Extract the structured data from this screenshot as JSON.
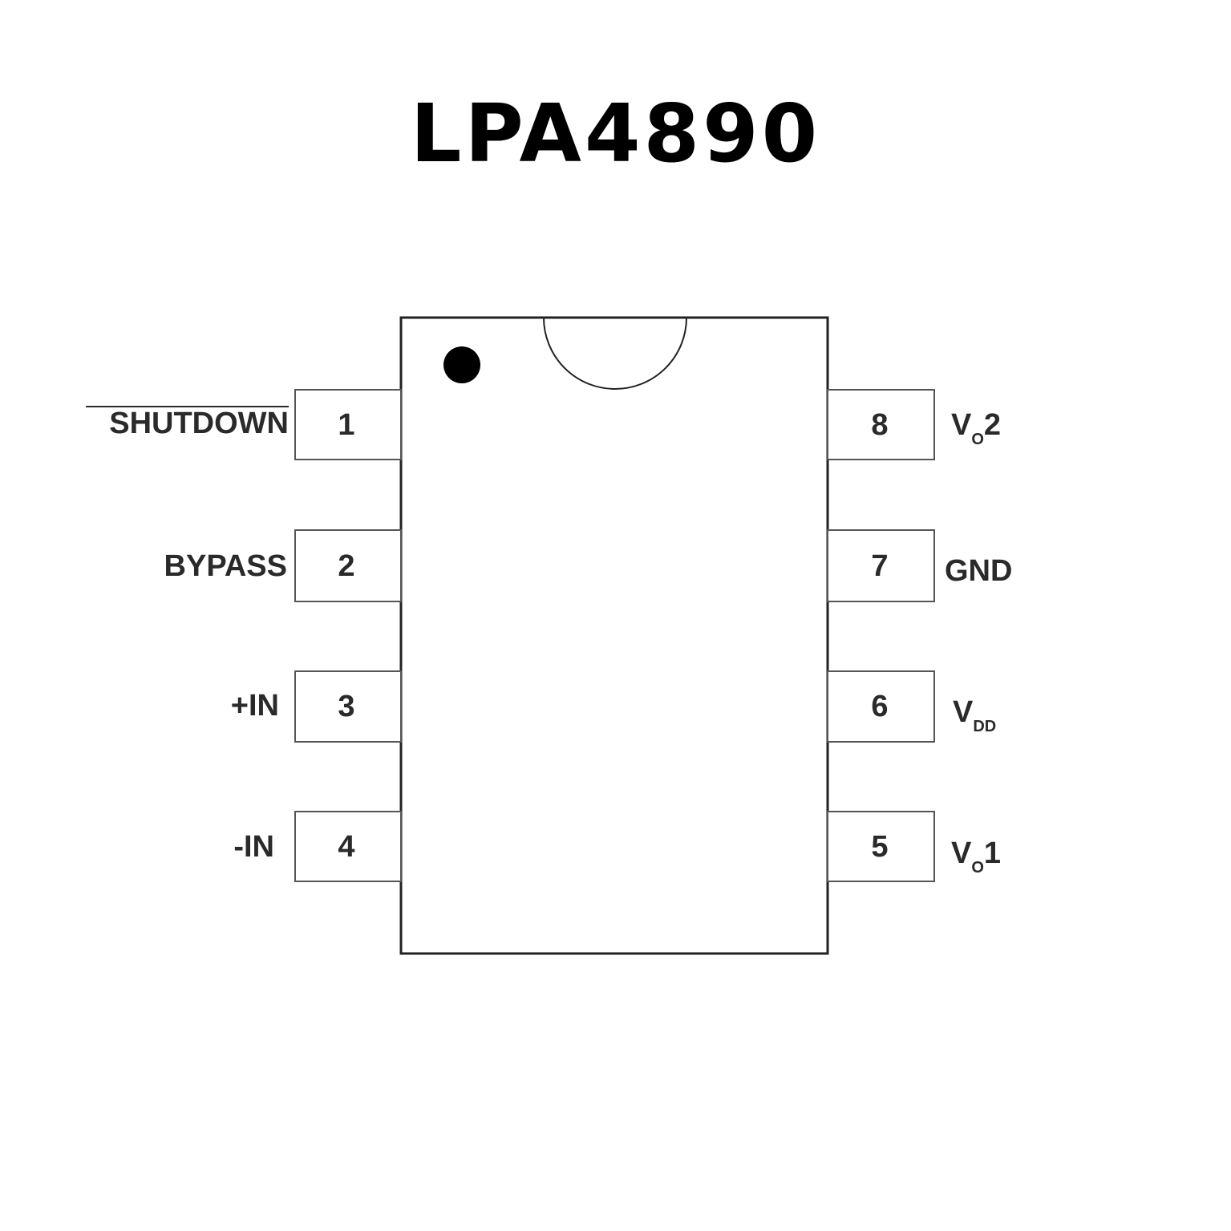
{
  "title": "LPA4890",
  "pins_left": [
    {
      "number": "1",
      "label": "SHUTDOWN",
      "overbar": true
    },
    {
      "number": "2",
      "label": "BYPASS"
    },
    {
      "number": "3",
      "label": "+IN"
    },
    {
      "number": "4",
      "label": "-IN"
    }
  ],
  "pins_right": [
    {
      "number": "8",
      "label_main": "V",
      "label_sub": "O",
      "label_suffix": "2"
    },
    {
      "number": "7",
      "label_main": "GND",
      "label_sub": "",
      "label_suffix": ""
    },
    {
      "number": "6",
      "label_main": "V",
      "label_sub": "DD",
      "label_suffix": ""
    },
    {
      "number": "5",
      "label_main": "V",
      "label_sub": "O",
      "label_suffix": "1"
    }
  ]
}
